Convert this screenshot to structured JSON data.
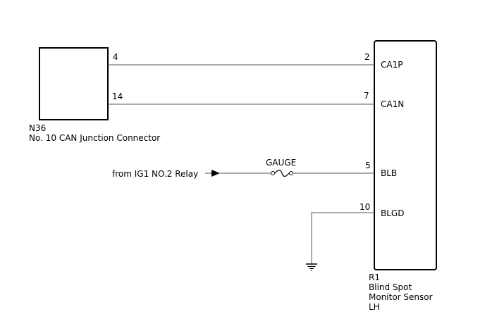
{
  "connector_n36": {
    "code": "N36",
    "name": "No. 10 CAN Junction Connector",
    "pins": {
      "ca1p": "4",
      "ca1n": "14"
    }
  },
  "sensor_r1": {
    "code": "R1",
    "name_lines": [
      "Blind Spot",
      "Monitor Sensor",
      "LH"
    ],
    "pins": [
      {
        "number": "2",
        "signal": "CA1P"
      },
      {
        "number": "7",
        "signal": "CA1N"
      },
      {
        "number": "5",
        "signal": "BLB"
      },
      {
        "number": "10",
        "signal": "BLGD"
      }
    ]
  },
  "power_source": {
    "label": "from IG1 NO.2 Relay"
  },
  "fuse": {
    "label": "GAUGE"
  },
  "colors": {
    "wire": "#555555",
    "outline": "#000000"
  },
  "icons": {
    "ground": "ground-symbol-icon",
    "fuse": "fuse-icon",
    "arrow": "arrow-right-icon"
  }
}
